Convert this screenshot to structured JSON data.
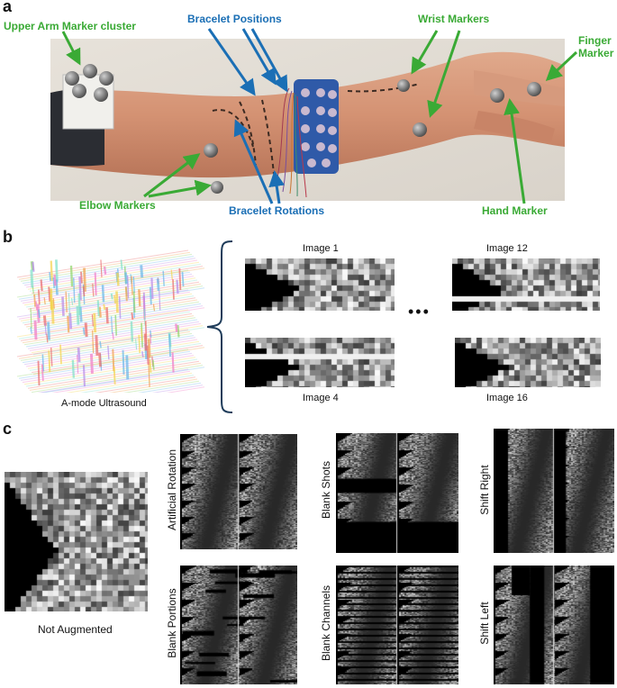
{
  "panels": {
    "a": "a",
    "b": "b",
    "c": "c"
  },
  "panel_a": {
    "labels": {
      "upper_arm": "Upper Arm Marker cluster",
      "bracelet_positions": "Bracelet Positions",
      "wrist": "Wrist Markers",
      "finger_line1": "Finger",
      "finger_line2": "Marker",
      "elbow": "Elbow Markers",
      "bracelet_rotations": "Bracelet Rotations",
      "hand": "Hand Marker"
    },
    "colors": {
      "green": "#3aaa35",
      "blue": "#1b6fb5"
    }
  },
  "panel_b": {
    "volume_caption": "A-mode Ultrasound",
    "images": [
      "Image 1",
      "Image 12",
      "Image 4",
      "Image 16"
    ],
    "ellipsis": "•••"
  },
  "panel_c": {
    "not_augmented": "Not Augmented",
    "augmentations": [
      "Artificial Rotation",
      "Blank Shots",
      "Shift Right",
      "Blank Portions",
      "Blank Channels",
      "Shift Left"
    ]
  }
}
